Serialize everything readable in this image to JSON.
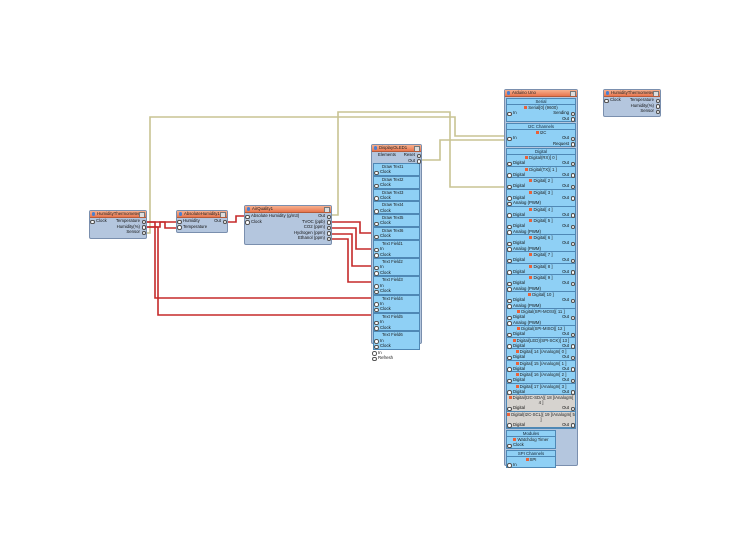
{
  "colors": {
    "title": "#e7764f",
    "body": "#b4c6de",
    "section": "#8fd0f5",
    "wire_analog": "#c52a2a",
    "wire_i2c": "#c8c393"
  },
  "components": {
    "ht1": {
      "title": "HumidityThermometer1",
      "rows": [
        [
          "Clock",
          "Temperature"
        ],
        [
          "",
          "Humidity(%)"
        ],
        [
          "",
          "Sensor"
        ]
      ]
    },
    "abshum": {
      "title": "AbsoluteHumidity1",
      "rows": [
        [
          "Humidity",
          "Out"
        ],
        [
          "Temperature",
          ""
        ]
      ]
    },
    "airq": {
      "title": "AirQuality1",
      "rows": [
        [
          "Absolute Humidity (g/m3)",
          "Out"
        ],
        [
          "Clock",
          "TVOC (ppb)"
        ],
        [
          "",
          "CO2 (ppm)"
        ],
        [
          "",
          "Hydrogen (ppm)"
        ],
        [
          "",
          "Ethanol (ppm)"
        ]
      ]
    },
    "ht2": {
      "title": "HumidityThermometer2",
      "rows": [
        [
          "Clock",
          "Temperature"
        ],
        [
          "",
          "Humidity(%)"
        ],
        [
          "",
          "Sensor"
        ]
      ]
    },
    "oled": {
      "title": "DisplayOLED1",
      "rows": [
        [
          "",
          "Reset"
        ],
        [
          "",
          "Out"
        ]
      ],
      "elements_label": "Elements",
      "elements": [
        {
          "name": "Draw Text1",
          "rows": [
            "Clock"
          ]
        },
        {
          "name": "Draw Text2",
          "rows": [
            "Clock"
          ]
        },
        {
          "name": "Draw Text3",
          "rows": [
            "Clock"
          ]
        },
        {
          "name": "Draw Text4",
          "rows": [
            "Clock"
          ]
        },
        {
          "name": "Draw Text5",
          "rows": [
            "Clock"
          ]
        },
        {
          "name": "Draw Text6",
          "rows": [
            "Clock"
          ]
        },
        {
          "name": "Text Field1",
          "rows": [
            "In",
            "Clock"
          ]
        },
        {
          "name": "Text Field2",
          "rows": [
            "In",
            "Clock"
          ]
        },
        {
          "name": "Text Field3",
          "rows": [
            "In",
            "Clock"
          ]
        },
        {
          "name": "Text Field4",
          "rows": [
            "In",
            "Clock"
          ]
        },
        {
          "name": "Text Field5",
          "rows": [
            "In",
            "Clock"
          ]
        },
        {
          "name": "Text Field6",
          "rows": [
            "In",
            "Clock"
          ]
        }
      ],
      "bottom": [
        "In",
        "Refresh"
      ]
    },
    "arduino": {
      "title": "Arduino Uno",
      "serial": {
        "header": "Serial",
        "sub": "Serial[0] (9600)",
        "rows": [
          [
            "In",
            "Sending"
          ],
          [
            "",
            "Out"
          ]
        ]
      },
      "i2c": {
        "header": "I2C Channels",
        "sub": "I2C",
        "rows": [
          [
            "In",
            "Out"
          ],
          [
            "",
            "Request"
          ]
        ]
      },
      "digital": {
        "header": "Digital",
        "pins": [
          {
            "name": "Digital(RX)[ 0 ]",
            "rows": [
              [
                "Digital",
                "Out"
              ]
            ]
          },
          {
            "name": "Digital(TX)[ 1 ]",
            "rows": [
              [
                "Digital",
                "Out"
              ]
            ]
          },
          {
            "name": "Digital[ 2 ]",
            "rows": [
              [
                "Digital",
                "Out"
              ]
            ]
          },
          {
            "name": "Digital[ 3 ]",
            "rows": [
              [
                "Digital",
                "Out"
              ],
              [
                "Analog (PWM)",
                ""
              ]
            ]
          },
          {
            "name": "Digital[ 4 ]",
            "rows": [
              [
                "Digital",
                "Out"
              ]
            ]
          },
          {
            "name": "Digital[ 5 ]",
            "rows": [
              [
                "Digital",
                "Out"
              ],
              [
                "Analog (PWM)",
                ""
              ]
            ]
          },
          {
            "name": "Digital[ 6 ]",
            "rows": [
              [
                "Digital",
                "Out"
              ],
              [
                "Analog (PWM)",
                ""
              ]
            ]
          },
          {
            "name": "Digital[ 7 ]",
            "rows": [
              [
                "Digital",
                "Out"
              ]
            ]
          },
          {
            "name": "Digital[ 8 ]",
            "rows": [
              [
                "Digital",
                "Out"
              ]
            ]
          },
          {
            "name": "Digital[ 9 ]",
            "rows": [
              [
                "Digital",
                "Out"
              ],
              [
                "Analog (PWM)",
                ""
              ]
            ]
          },
          {
            "name": "Digital[ 10 ]",
            "rows": [
              [
                "Digital",
                "Out"
              ],
              [
                "Analog (PWM)",
                ""
              ]
            ]
          },
          {
            "name": "Digital(SPI-MOSI)[ 11 ]",
            "rows": [
              [
                "Digital",
                "Out"
              ],
              [
                "Analog (PWM)",
                ""
              ]
            ]
          },
          {
            "name": "Digital(SPI-MISO)[ 12 ]",
            "rows": [
              [
                "Digital",
                "Out"
              ]
            ]
          },
          {
            "name": "Digital(LED)(SPI-SCK)[ 13 ]",
            "rows": [
              [
                "Digital",
                "Out"
              ]
            ]
          },
          {
            "name": "Digital[ 14 ]/AnalogIn[ 0 ]",
            "rows": [
              [
                "Digital",
                "Out"
              ]
            ]
          },
          {
            "name": "Digital[ 15 ]/AnalogIn[ 1 ]",
            "rows": [
              [
                "Digital",
                "Out"
              ]
            ]
          },
          {
            "name": "Digital[ 16 ]/AnalogIn[ 2 ]",
            "rows": [
              [
                "Digital",
                "Out"
              ]
            ]
          },
          {
            "name": "Digital[ 17 ]/AnalogIn[ 3 ]",
            "rows": [
              [
                "Digital",
                "Out"
              ]
            ]
          },
          {
            "name": "Digital(I2C-SDA)[ 18 ]/AnalogIn[ 4 ]",
            "rows": [
              [
                "Digital",
                "Out"
              ]
            ],
            "gray": true
          },
          {
            "name": "Digital(I2C-SCL)[ 19 ]/AnalogIn[ 5 ]",
            "rows": [
              [
                "Digital",
                "Out"
              ]
            ],
            "gray": true
          }
        ]
      },
      "modules": {
        "header": "Modules",
        "sub": "Watchdog Timer",
        "rows": [
          [
            "Clock",
            ""
          ]
        ]
      },
      "spi": {
        "header": "SPI Channels",
        "sub": "SPI",
        "rows": [
          [
            "In",
            ""
          ]
        ]
      }
    }
  }
}
